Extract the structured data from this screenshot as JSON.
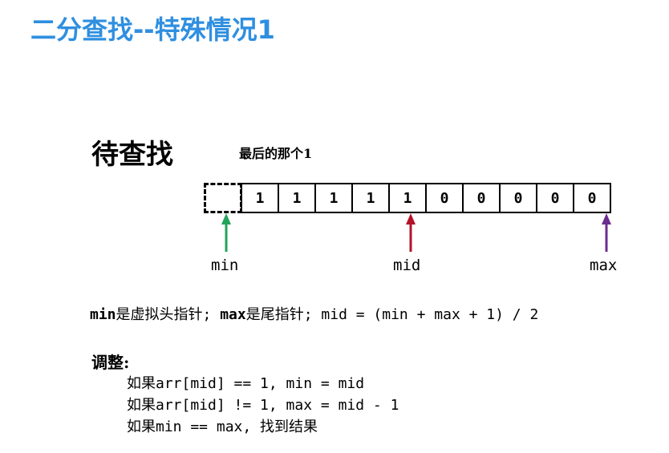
{
  "title": "二分查找--特殊情况1",
  "section_label": "待查找",
  "note": "最后的那个1",
  "array": {
    "cells": [
      "",
      "1",
      "1",
      "1",
      "1",
      "1",
      "0",
      "0",
      "0",
      "0",
      "0"
    ]
  },
  "pointers": {
    "min": {
      "label": "min",
      "color": "#22a35a"
    },
    "mid": {
      "label": "mid",
      "color": "#b5122a"
    },
    "max": {
      "label": "max",
      "color": "#6b2d8f"
    }
  },
  "description": {
    "min_kw": "min",
    "min_text": "是虚拟头指针; ",
    "max_kw": "max",
    "max_text": "是尾指针; mid = (min + max + 1) / 2"
  },
  "adjust": {
    "title": "调整:",
    "rules": [
      "如果arr[mid] == 1, min = mid",
      "如果arr[mid] != 1, max = mid - 1",
      "如果min == max, 找到结果"
    ]
  }
}
